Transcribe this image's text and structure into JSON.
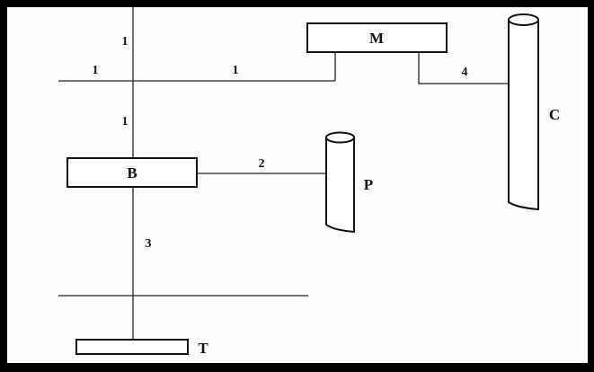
{
  "diagram": {
    "nodes": {
      "M": "M",
      "B": "B",
      "P": "P",
      "C": "C",
      "T": "T"
    },
    "edge_labels": {
      "top_vertical": "1",
      "left_horizontal": "1",
      "mid_horizontal": "1",
      "upper_vertical": "1",
      "b_to_p": "2",
      "b_to_t": "3",
      "m_to_c": "4"
    }
  }
}
